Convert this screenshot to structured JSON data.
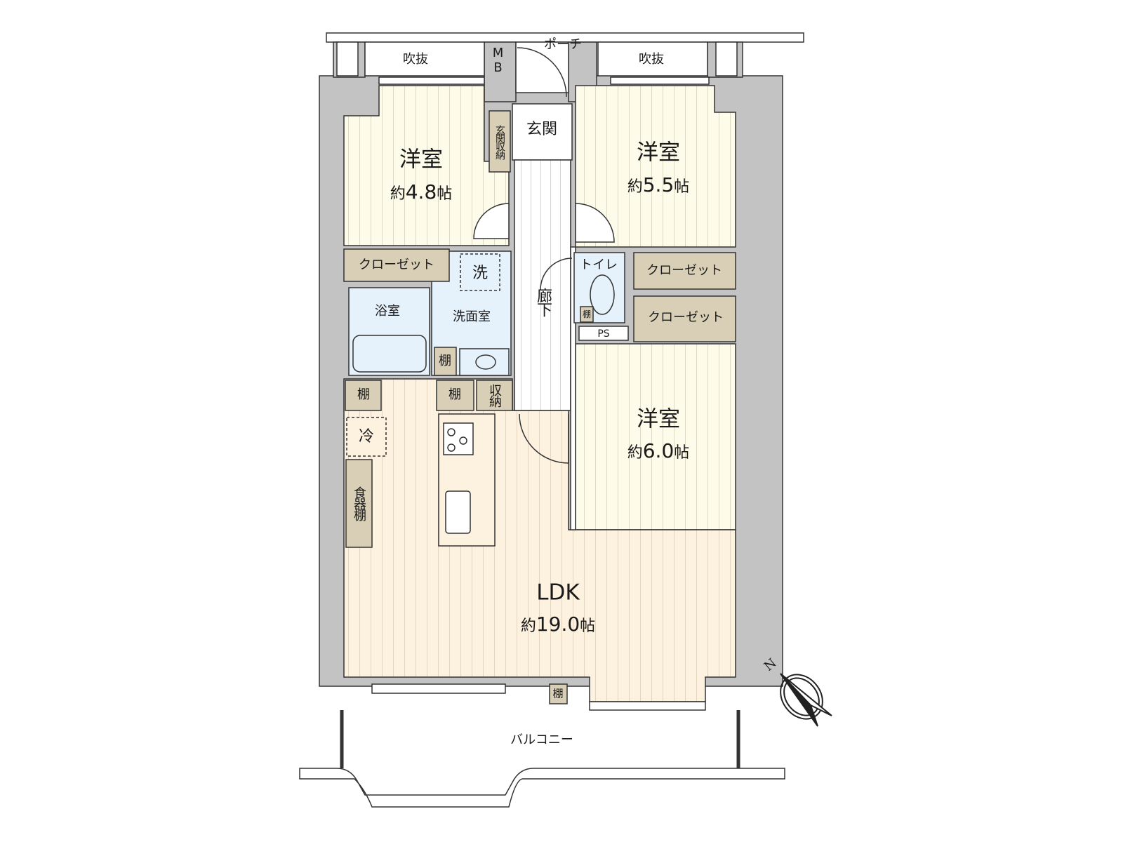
{
  "rooms": {
    "bedroom_nw": {
      "name": "洋室",
      "prefix": "約",
      "size": "4.8",
      "unit": "帖"
    },
    "bedroom_ne": {
      "name": "洋室",
      "prefix": "約",
      "size": "5.5",
      "unit": "帖"
    },
    "bedroom_e": {
      "name": "洋室",
      "prefix": "約",
      "size": "6.0",
      "unit": "帖"
    },
    "ldk": {
      "name": "LDK",
      "prefix": "約",
      "size": "19.0",
      "unit": "帖"
    }
  },
  "labels": {
    "void_left": "吹抜",
    "void_right": "吹抜",
    "porch": "ポーチ",
    "mb": "MB",
    "entrance": "玄関",
    "entrance_storage": "玄関収納",
    "corridor": "廊下",
    "closet_left": "クローゼット",
    "closet_right_1": "クローゼット",
    "closet_right_2": "クローゼット",
    "washer": "洗",
    "bathroom": "浴室",
    "washroom": "洗面室",
    "toilet": "トイレ",
    "toilet_shelf": "棚",
    "ps": "PS",
    "shelf_wash": "棚",
    "shelf_left": "棚",
    "shelf_kitchen": "棚",
    "storage": "収納",
    "fridge": "冷",
    "cupboard": "食器棚",
    "shelf_balcony": "棚",
    "balcony": "バルコニー",
    "north": "N"
  },
  "colors": {
    "wall": "#c3c3c3",
    "bedroom_floor": "#fdfbea",
    "ldk_floor": "#fdf1df",
    "wet_area": "#e5f2fb",
    "storage": "#d8cfb6",
    "line": "#333333"
  }
}
